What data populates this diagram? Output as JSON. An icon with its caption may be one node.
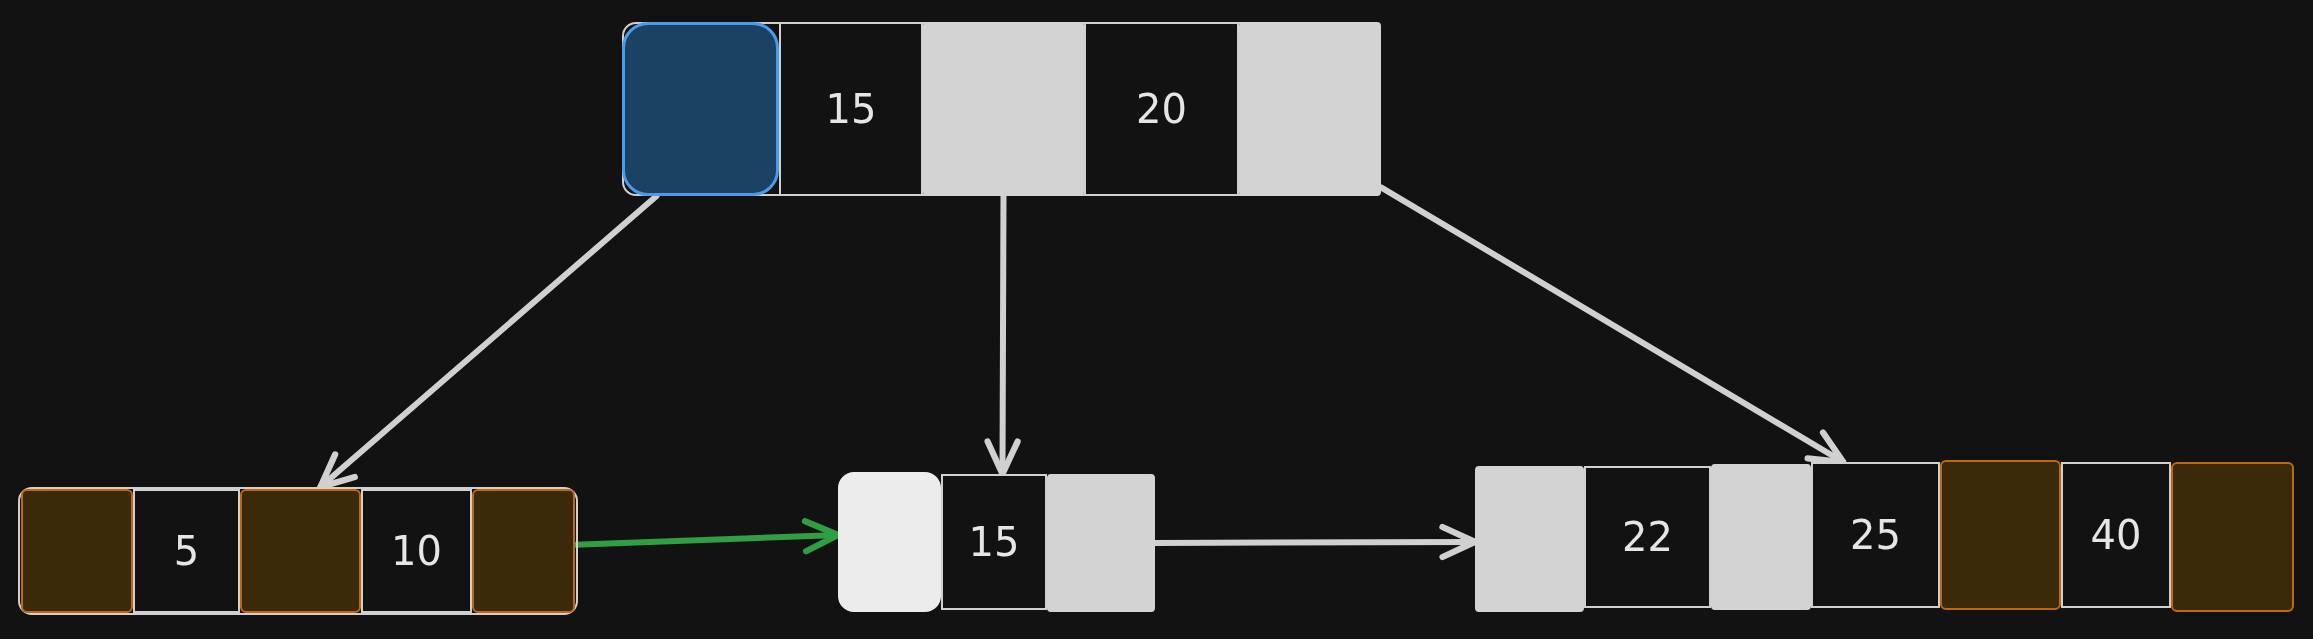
{
  "diagram": {
    "nodes": [
      {
        "text": [],
        "shape": "box"
      },
      {
        "text": [],
        "shape": "box",
        "in": 0
      },
      {
        "text": [
          "15"
        ],
        "in": 0
      },
      {
        "text": [],
        "shape": "box",
        "in": 0
      },
      {
        "text": [
          "20"
        ],
        "in": 0
      },
      {
        "text": [],
        "shape": "box",
        "in": 0
      },
      {
        "text": [],
        "shape": "box"
      },
      {
        "text": [],
        "shape": "box",
        "in": 6
      },
      {
        "text": [
          "5"
        ],
        "in": 6
      },
      {
        "text": [],
        "shape": "box",
        "in": 6
      },
      {
        "text": [
          "10"
        ],
        "in": 6
      },
      {
        "text": [],
        "shape": "box",
        "in": 6
      },
      {
        "text": [],
        "shape": "box"
      },
      {
        "text": [
          "15"
        ]
      },
      {
        "text": [],
        "shape": "box"
      },
      {
        "text": [],
        "shape": "box"
      },
      {
        "text": [
          "22"
        ]
      },
      {
        "text": [],
        "shape": "box"
      },
      {
        "text": [
          "25"
        ]
      },
      {
        "text": [],
        "shape": "box"
      },
      {
        "text": [
          "40"
        ]
      },
      {
        "text": [],
        "shape": "box"
      }
    ],
    "edges": [
      {
        "from": 1,
        "to": 6,
        "arrow": "to"
      },
      {
        "from": 3,
        "to": 13,
        "arrow": "to"
      },
      {
        "from": 5,
        "to": 18,
        "arrow": "to"
      },
      {
        "from": 11,
        "to": 12,
        "arrow": "to",
        "color": "#2f9e44"
      },
      {
        "from": 14,
        "to": 15,
        "arrow": "to"
      }
    ]
  }
}
